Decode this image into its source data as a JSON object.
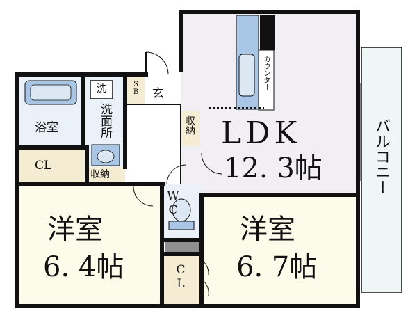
{
  "rooms": {
    "ldk": {
      "name": "LDK",
      "size": "12. 3帖"
    },
    "western1": {
      "name": "洋室",
      "size": "6. 4帖"
    },
    "western2": {
      "name": "洋室",
      "size": "6. 7帖"
    },
    "bathroom": "浴室",
    "washroom": "洗面所",
    "wash_machine": "洗",
    "entrance": "玄",
    "shoe_box": "SB",
    "toilet": "WC",
    "closet_left": "CL",
    "closet_right": "CL",
    "storage_hall": "収納",
    "storage_left": "収納",
    "counter": "カウンター",
    "balcony": "バルコニー"
  },
  "colors": {
    "ldk": "#f1eef4",
    "western": "#fdfbea",
    "closet": "#f5ecd4",
    "wet": "#eaf1f8",
    "fixture_blue": "#a9c6e6",
    "wall": "#111111"
  }
}
